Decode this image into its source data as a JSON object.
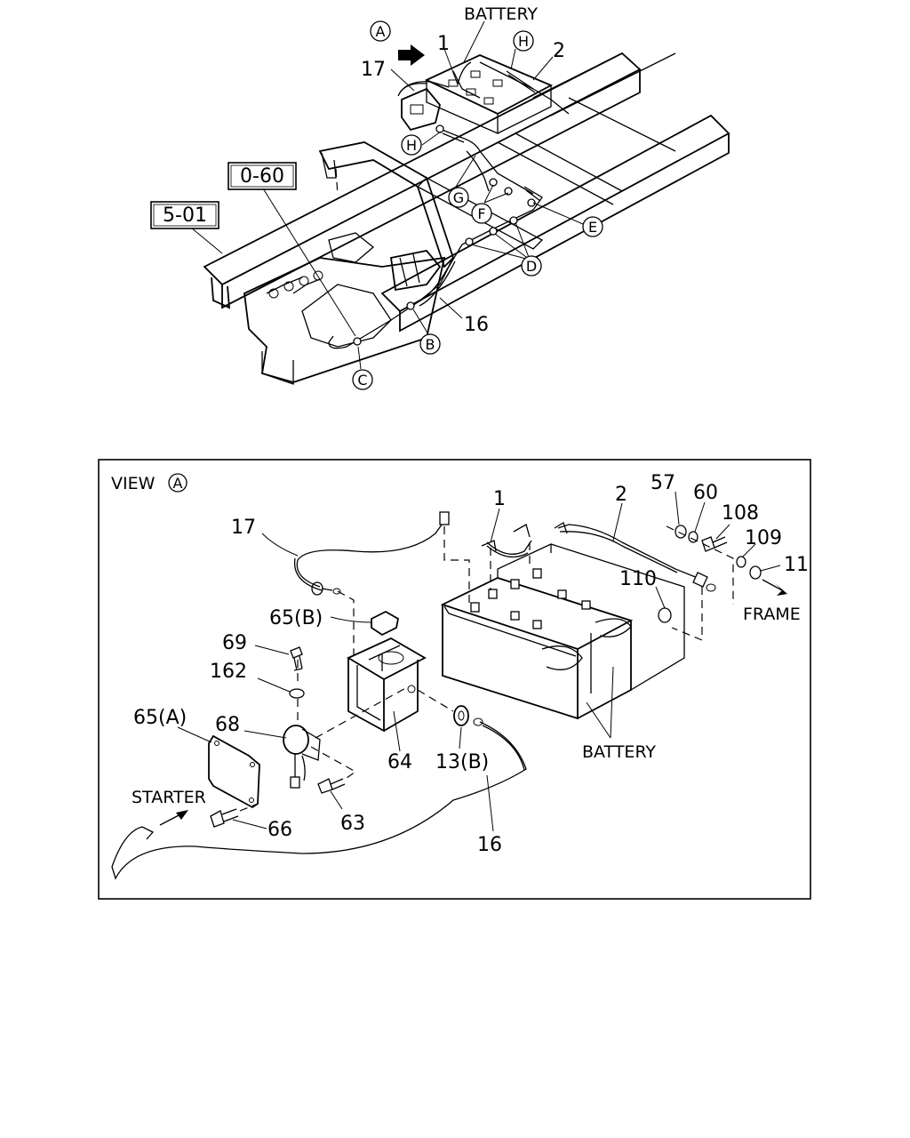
{
  "top_view": {
    "battery_label": "BATTERY",
    "ref_boxes": [
      "0-60",
      "5-01"
    ],
    "callouts": {
      "c1": "1",
      "c2": "2",
      "c17": "17",
      "c16": "16"
    },
    "circle_markers": [
      "A",
      "H",
      "H",
      "G",
      "F",
      "E",
      "D",
      "B",
      "C"
    ]
  },
  "detail_view": {
    "title_prefix": "VIEW",
    "title_marker": "A",
    "callouts": {
      "p1": "1",
      "p2": "2",
      "p57": "57",
      "p60": "60",
      "p108": "108",
      "p109": "109",
      "p11": "11",
      "p17": "17",
      "p110": "110",
      "p65b": "65(B)",
      "p69": "69",
      "p162": "162",
      "p65a": "65(A)",
      "p68": "68",
      "p64": "64",
      "p13b": "13(B)",
      "p63": "63",
      "p66": "66",
      "p16": "16"
    },
    "frame_label": "FRAME",
    "battery_label": "BATTERY",
    "starter_label": "STARTER"
  }
}
